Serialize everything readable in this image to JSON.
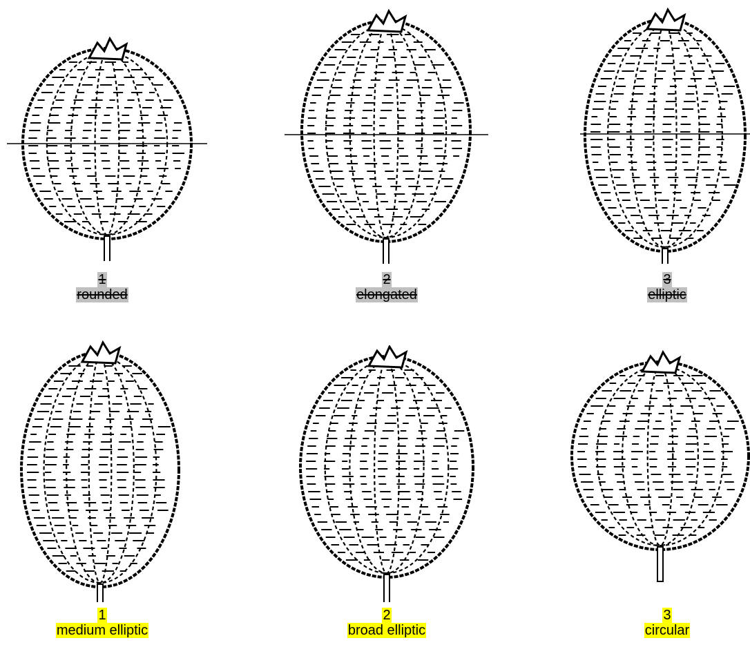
{
  "rows": [
    {
      "style": "struck",
      "items": [
        {
          "number": "1",
          "label": "rounded",
          "shape": "rounded",
          "midline": true
        },
        {
          "number": "2",
          "label": "elongated",
          "shape": "elongated",
          "midline": true
        },
        {
          "number": "3",
          "label": "elliptic",
          "shape": "elliptic",
          "midline": true
        }
      ]
    },
    {
      "style": "highlight",
      "items": [
        {
          "number": "1",
          "label": "medium elliptic",
          "shape": "medium-elliptic",
          "midline": false
        },
        {
          "number": "2",
          "label": "broad elliptic",
          "shape": "broad-elliptic",
          "midline": false
        },
        {
          "number": "3",
          "label": "circular",
          "shape": "circular",
          "midline": false
        }
      ]
    }
  ],
  "colors": {
    "highlight": "#ffff00",
    "struck": "#c0c0c0",
    "ink": "#000000"
  }
}
